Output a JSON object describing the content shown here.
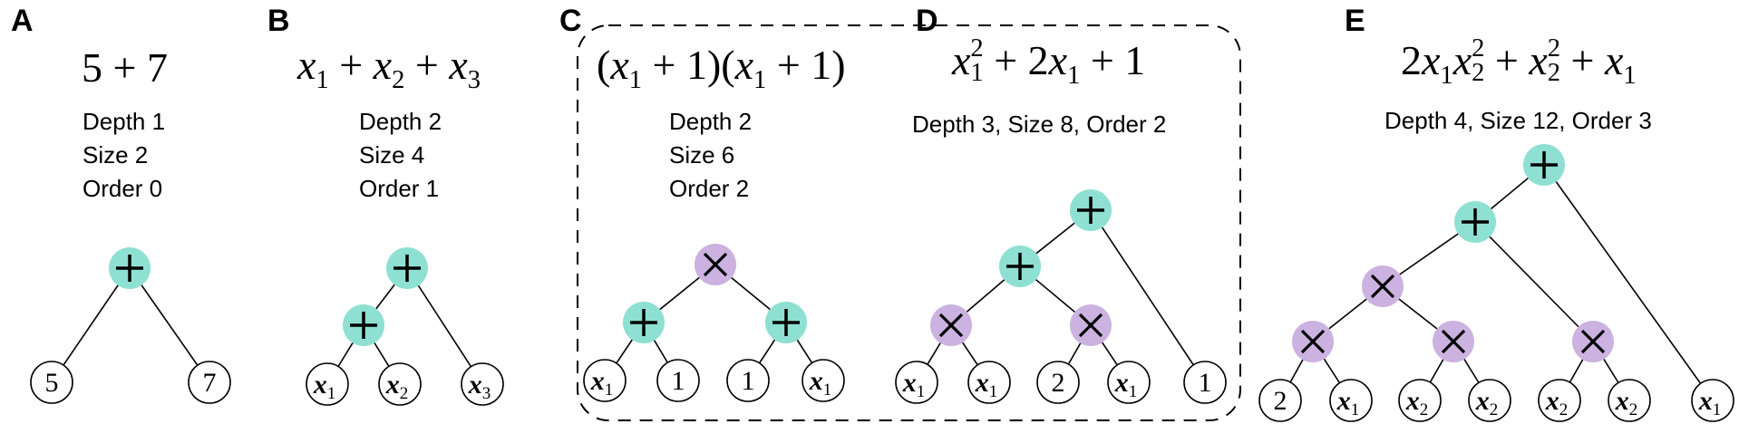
{
  "panels": {
    "A": {
      "letter": "A",
      "expression": {
        "text": "5 + 7"
      },
      "stats": [
        "Depth 1",
        "Size 2",
        "Order 0"
      ]
    },
    "B": {
      "letter": "B",
      "expression": {
        "x": "x",
        "s1": "1",
        "s2": "2",
        "s3": "3",
        "plus": "+"
      },
      "stats": [
        "Depth 2",
        "Size 4",
        "Order 1"
      ]
    },
    "C": {
      "letter": "C",
      "expression": {
        "x": "x",
        "one": "1",
        "sub": "1",
        "plus": "+",
        "open": "(",
        "close": ")"
      },
      "stats": [
        "Depth 2",
        "Size 6",
        "Order 2"
      ]
    },
    "D": {
      "letter": "D",
      "expression": {
        "x": "x",
        "sub": "1",
        "sup": "2",
        "two": "2",
        "one": "1",
        "plus": "+"
      },
      "stats": "Depth 3, Size 8, Order 2"
    },
    "E": {
      "letter": "E",
      "expression": {
        "x": "x",
        "two": "2",
        "s1": "1",
        "s2": "2",
        "sup": "2",
        "plus": "+"
      },
      "stats": "Depth 4, Size 12, Order 3"
    }
  },
  "colors": {
    "add_node": "#8ee0d2",
    "mul_node": "#cbb2e0",
    "leaf_fill": "#ffffff",
    "edge": "#000000",
    "box_stroke": "#000000"
  },
  "node_symbols": {
    "add": "+",
    "mul": "×"
  },
  "trees": [
    {
      "panel": "A",
      "nodes": [
        {
          "id": "a-root",
          "kind": "add"
        },
        {
          "id": "a-5",
          "kind": "leaf",
          "label": "5"
        },
        {
          "id": "a-7",
          "kind": "leaf",
          "label": "7"
        }
      ],
      "edges": [
        [
          "a-root",
          "a-5"
        ],
        [
          "a-root",
          "a-7"
        ]
      ]
    },
    {
      "panel": "B",
      "nodes": [
        {
          "id": "b-root",
          "kind": "add"
        },
        {
          "id": "b-add",
          "kind": "add"
        },
        {
          "id": "b-x1",
          "kind": "leaf",
          "label": "x",
          "sub": "1"
        },
        {
          "id": "b-x2",
          "kind": "leaf",
          "label": "x",
          "sub": "2"
        },
        {
          "id": "b-x3",
          "kind": "leaf",
          "label": "x",
          "sub": "3"
        }
      ],
      "edges": [
        [
          "b-root",
          "b-add"
        ],
        [
          "b-root",
          "b-x3"
        ],
        [
          "b-add",
          "b-x1"
        ],
        [
          "b-add",
          "b-x2"
        ]
      ]
    },
    {
      "panel": "C",
      "nodes": [
        {
          "id": "c-root",
          "kind": "mul"
        },
        {
          "id": "c-addL",
          "kind": "add"
        },
        {
          "id": "c-addR",
          "kind": "add"
        },
        {
          "id": "c-x1a",
          "kind": "leaf",
          "label": "x",
          "sub": "1"
        },
        {
          "id": "c-1a",
          "kind": "leaf",
          "label": "1"
        },
        {
          "id": "c-1b",
          "kind": "leaf",
          "label": "1"
        },
        {
          "id": "c-x1b",
          "kind": "leaf",
          "label": "x",
          "sub": "1"
        }
      ],
      "edges": [
        [
          "c-root",
          "c-addL"
        ],
        [
          "c-root",
          "c-addR"
        ],
        [
          "c-addL",
          "c-x1a"
        ],
        [
          "c-addL",
          "c-1a"
        ],
        [
          "c-addR",
          "c-1b"
        ],
        [
          "c-addR",
          "c-x1b"
        ]
      ]
    },
    {
      "panel": "D",
      "nodes": [
        {
          "id": "d-root",
          "kind": "add"
        },
        {
          "id": "d-add",
          "kind": "add"
        },
        {
          "id": "d-mulL",
          "kind": "mul"
        },
        {
          "id": "d-mulR",
          "kind": "mul"
        },
        {
          "id": "d-x1a",
          "kind": "leaf",
          "label": "x",
          "sub": "1"
        },
        {
          "id": "d-x1b",
          "kind": "leaf",
          "label": "x",
          "sub": "1"
        },
        {
          "id": "d-2",
          "kind": "leaf",
          "label": "2"
        },
        {
          "id": "d-x1c",
          "kind": "leaf",
          "label": "x",
          "sub": "1"
        },
        {
          "id": "d-1",
          "kind": "leaf",
          "label": "1"
        }
      ],
      "edges": [
        [
          "d-root",
          "d-add"
        ],
        [
          "d-root",
          "d-1"
        ],
        [
          "d-add",
          "d-mulL"
        ],
        [
          "d-add",
          "d-mulR"
        ],
        [
          "d-mulL",
          "d-x1a"
        ],
        [
          "d-mulL",
          "d-x1b"
        ],
        [
          "d-mulR",
          "d-2"
        ],
        [
          "d-mulR",
          "d-x1c"
        ]
      ]
    },
    {
      "panel": "E",
      "nodes": [
        {
          "id": "e-root",
          "kind": "add"
        },
        {
          "id": "e-add",
          "kind": "add"
        },
        {
          "id": "e-mulTop",
          "kind": "mul"
        },
        {
          "id": "e-mulL",
          "kind": "mul"
        },
        {
          "id": "e-mulM",
          "kind": "mul"
        },
        {
          "id": "e-mulR",
          "kind": "mul"
        },
        {
          "id": "e-2",
          "kind": "leaf",
          "label": "2"
        },
        {
          "id": "e-x1a",
          "kind": "leaf",
          "label": "x",
          "sub": "1"
        },
        {
          "id": "e-x2a",
          "kind": "leaf",
          "label": "x",
          "sub": "2"
        },
        {
          "id": "e-x2b",
          "kind": "leaf",
          "label": "x",
          "sub": "2"
        },
        {
          "id": "e-x2c",
          "kind": "leaf",
          "label": "x",
          "sub": "2"
        },
        {
          "id": "e-x2d",
          "kind": "leaf",
          "label": "x",
          "sub": "2"
        },
        {
          "id": "e-x1b",
          "kind": "leaf",
          "label": "x",
          "sub": "1"
        }
      ],
      "edges": [
        [
          "e-root",
          "e-add"
        ],
        [
          "e-root",
          "e-x1b"
        ],
        [
          "e-add",
          "e-mulTop"
        ],
        [
          "e-add",
          "e-mulR"
        ],
        [
          "e-mulTop",
          "e-mulL"
        ],
        [
          "e-mulTop",
          "e-mulM"
        ],
        [
          "e-mulL",
          "e-2"
        ],
        [
          "e-mulL",
          "e-x1a"
        ],
        [
          "e-mulM",
          "e-x2a"
        ],
        [
          "e-mulM",
          "e-x2b"
        ],
        [
          "e-mulR",
          "e-x2c"
        ],
        [
          "e-mulR",
          "e-x2d"
        ]
      ]
    }
  ]
}
